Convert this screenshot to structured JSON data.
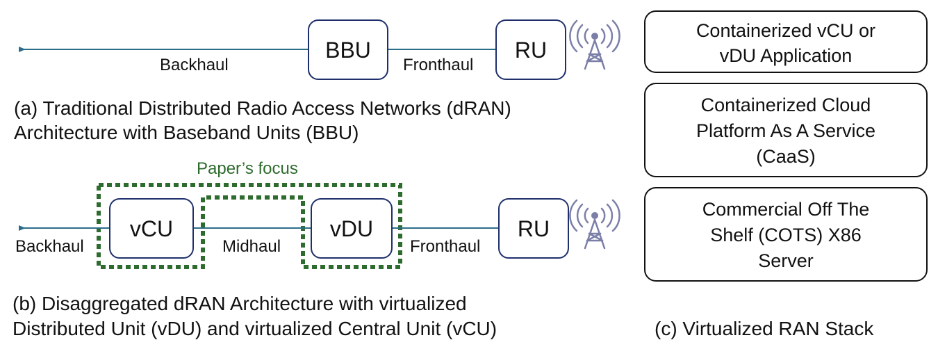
{
  "diagram_a": {
    "nodes": {
      "bbu": "BBU",
      "ru": "RU"
    },
    "links": {
      "backhaul": "Backhaul",
      "fronthaul": "Fronthaul"
    },
    "caption_line1": "(a) Traditional Distributed Radio Access Networks (dRAN)",
    "caption_line2": "Architecture with Baseband Units (BBU)"
  },
  "diagram_b": {
    "focus_label": "Paper’s focus",
    "nodes": {
      "vcu": "vCU",
      "vdu": "vDU",
      "ru": "RU"
    },
    "links": {
      "backhaul": "Backhaul",
      "midhaul": "Midhaul",
      "fronthaul": "Fronthaul"
    },
    "caption_line1": "(b) Disaggregated dRAN Architecture with virtualized",
    "caption_line2": "Distributed Unit (vDU) and virtualized Central Unit (vCU)"
  },
  "stack": {
    "layers": [
      {
        "lines": [
          "Containerized vCU or",
          "vDU Application"
        ]
      },
      {
        "lines": [
          "Containerized Cloud",
          "Platform As A Service",
          "(CaaS)"
        ]
      },
      {
        "lines": [
          "Commercial Off The",
          "Shelf (COTS) X86",
          "Server"
        ]
      }
    ],
    "caption": "(c) Virtualized RAN Stack"
  },
  "colors": {
    "link_line": "#2c6e8a",
    "box_border": "#1f2f6b",
    "focus_border": "#2e6b2e",
    "antenna": "#7b7fa8"
  }
}
